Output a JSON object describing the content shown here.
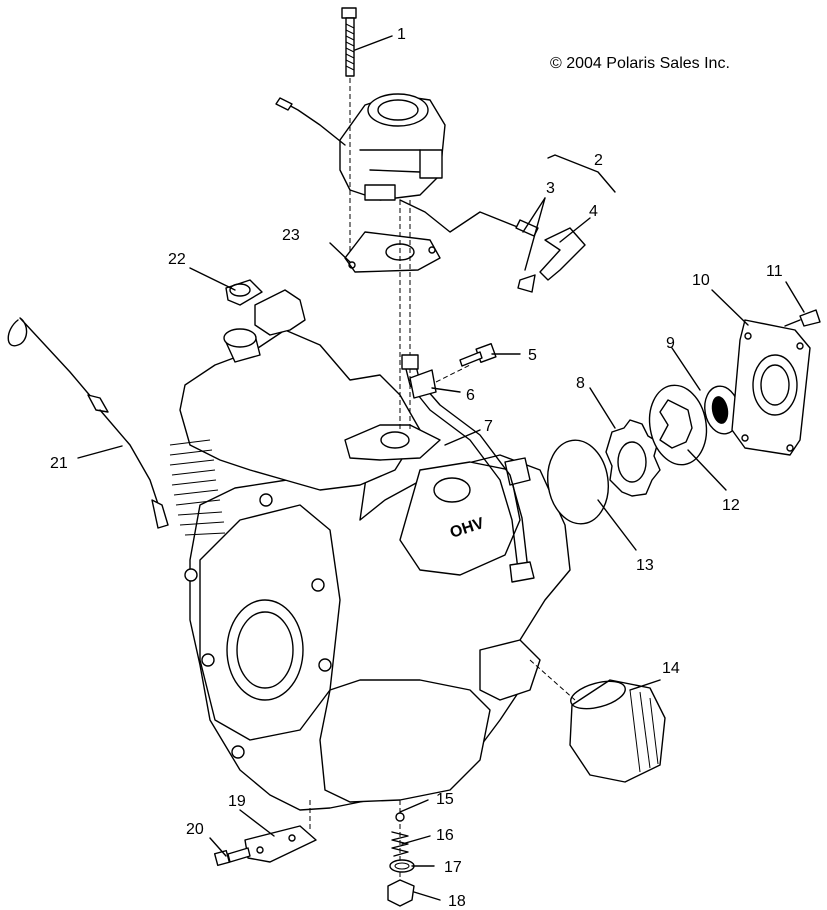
{
  "copyright": "© 2004 Polaris Sales Inc.",
  "callouts": [
    "1",
    "2",
    "3",
    "4",
    "5",
    "6",
    "7",
    "8",
    "9",
    "10",
    "11",
    "12",
    "13",
    "14",
    "15",
    "16",
    "17",
    "18",
    "19",
    "20",
    "21",
    "22",
    "23"
  ],
  "engine_mark": "OHV"
}
